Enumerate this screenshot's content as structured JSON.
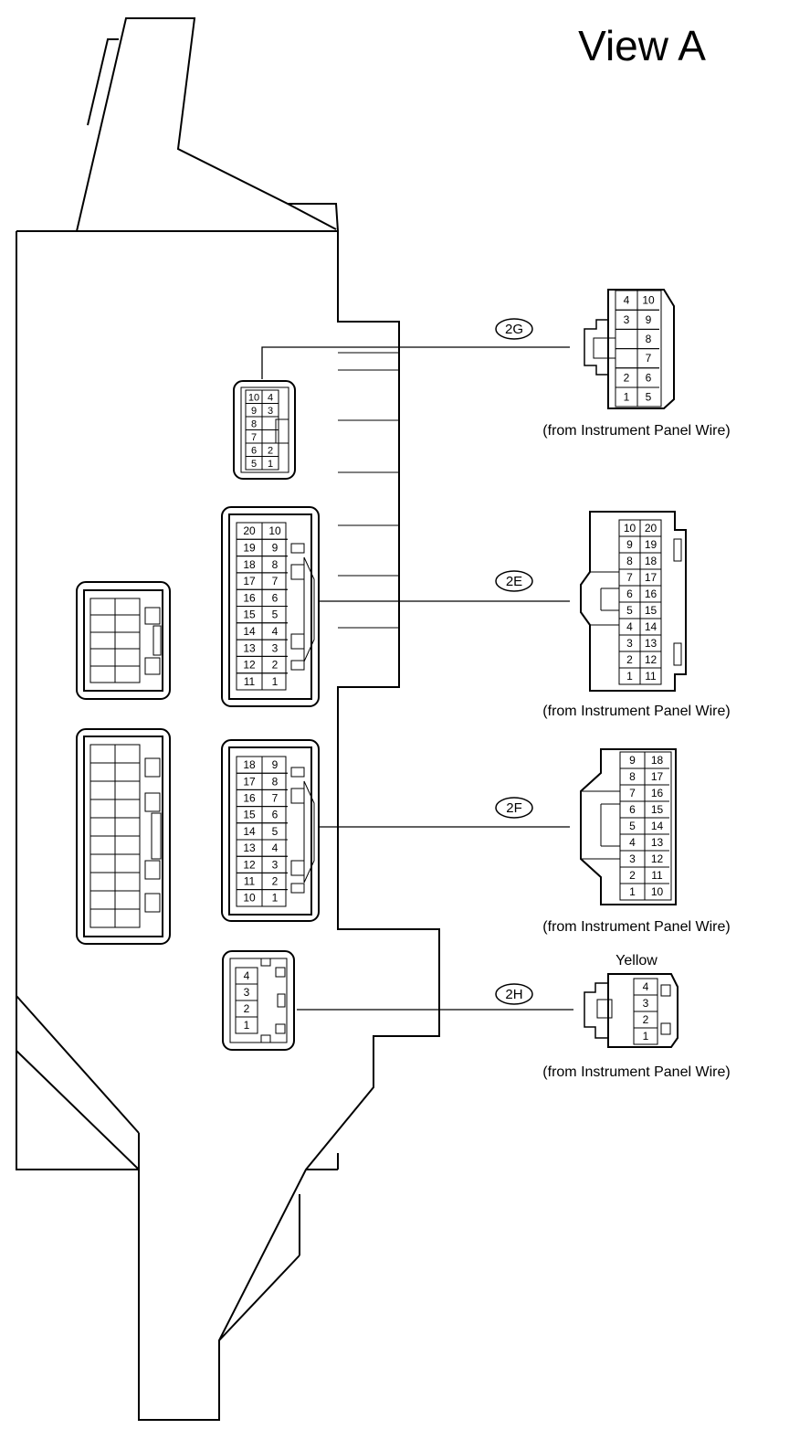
{
  "title": "View A",
  "caption_source": "(from Instrument Panel Wire)",
  "connectors": {
    "2G": {
      "id_label": "2G",
      "housing_pins": [
        [
          "10",
          "4"
        ],
        [
          "9",
          "3"
        ],
        [
          "8",
          ""
        ],
        [
          "7",
          ""
        ],
        [
          "6",
          "2"
        ],
        [
          "5",
          "1"
        ]
      ],
      "face_pins": [
        [
          "4",
          "10"
        ],
        [
          "3",
          "9"
        ],
        [
          "",
          "8"
        ],
        [
          "",
          "7"
        ],
        [
          "2",
          "6"
        ],
        [
          "1",
          "5"
        ]
      ]
    },
    "2E": {
      "id_label": "2E",
      "housing_pins": [
        [
          "20",
          "10"
        ],
        [
          "19",
          "9"
        ],
        [
          "18",
          "8"
        ],
        [
          "17",
          "7"
        ],
        [
          "16",
          "6"
        ],
        [
          "15",
          "5"
        ],
        [
          "14",
          "4"
        ],
        [
          "13",
          "3"
        ],
        [
          "12",
          "2"
        ],
        [
          "11",
          "1"
        ]
      ],
      "face_pins": [
        [
          "10",
          "20"
        ],
        [
          "9",
          "19"
        ],
        [
          "8",
          "18"
        ],
        [
          "7",
          "17"
        ],
        [
          "6",
          "16"
        ],
        [
          "5",
          "15"
        ],
        [
          "4",
          "14"
        ],
        [
          "3",
          "13"
        ],
        [
          "2",
          "12"
        ],
        [
          "1",
          "11"
        ]
      ]
    },
    "2F": {
      "id_label": "2F",
      "housing_pins": [
        [
          "18",
          "9"
        ],
        [
          "17",
          "8"
        ],
        [
          "16",
          "7"
        ],
        [
          "15",
          "6"
        ],
        [
          "14",
          "5"
        ],
        [
          "13",
          "4"
        ],
        [
          "12",
          "3"
        ],
        [
          "11",
          "2"
        ],
        [
          "10",
          "1"
        ]
      ],
      "face_pins": [
        [
          "9",
          "18"
        ],
        [
          "8",
          "17"
        ],
        [
          "7",
          "16"
        ],
        [
          "6",
          "15"
        ],
        [
          "5",
          "14"
        ],
        [
          "4",
          "13"
        ],
        [
          "3",
          "12"
        ],
        [
          "2",
          "11"
        ],
        [
          "1",
          "10"
        ]
      ]
    },
    "2H": {
      "id_label": "2H",
      "color_label": "Yellow",
      "housing_pins": [
        "4",
        "3",
        "2",
        "1"
      ],
      "face_pins": [
        "4",
        "3",
        "2",
        "1"
      ]
    }
  }
}
